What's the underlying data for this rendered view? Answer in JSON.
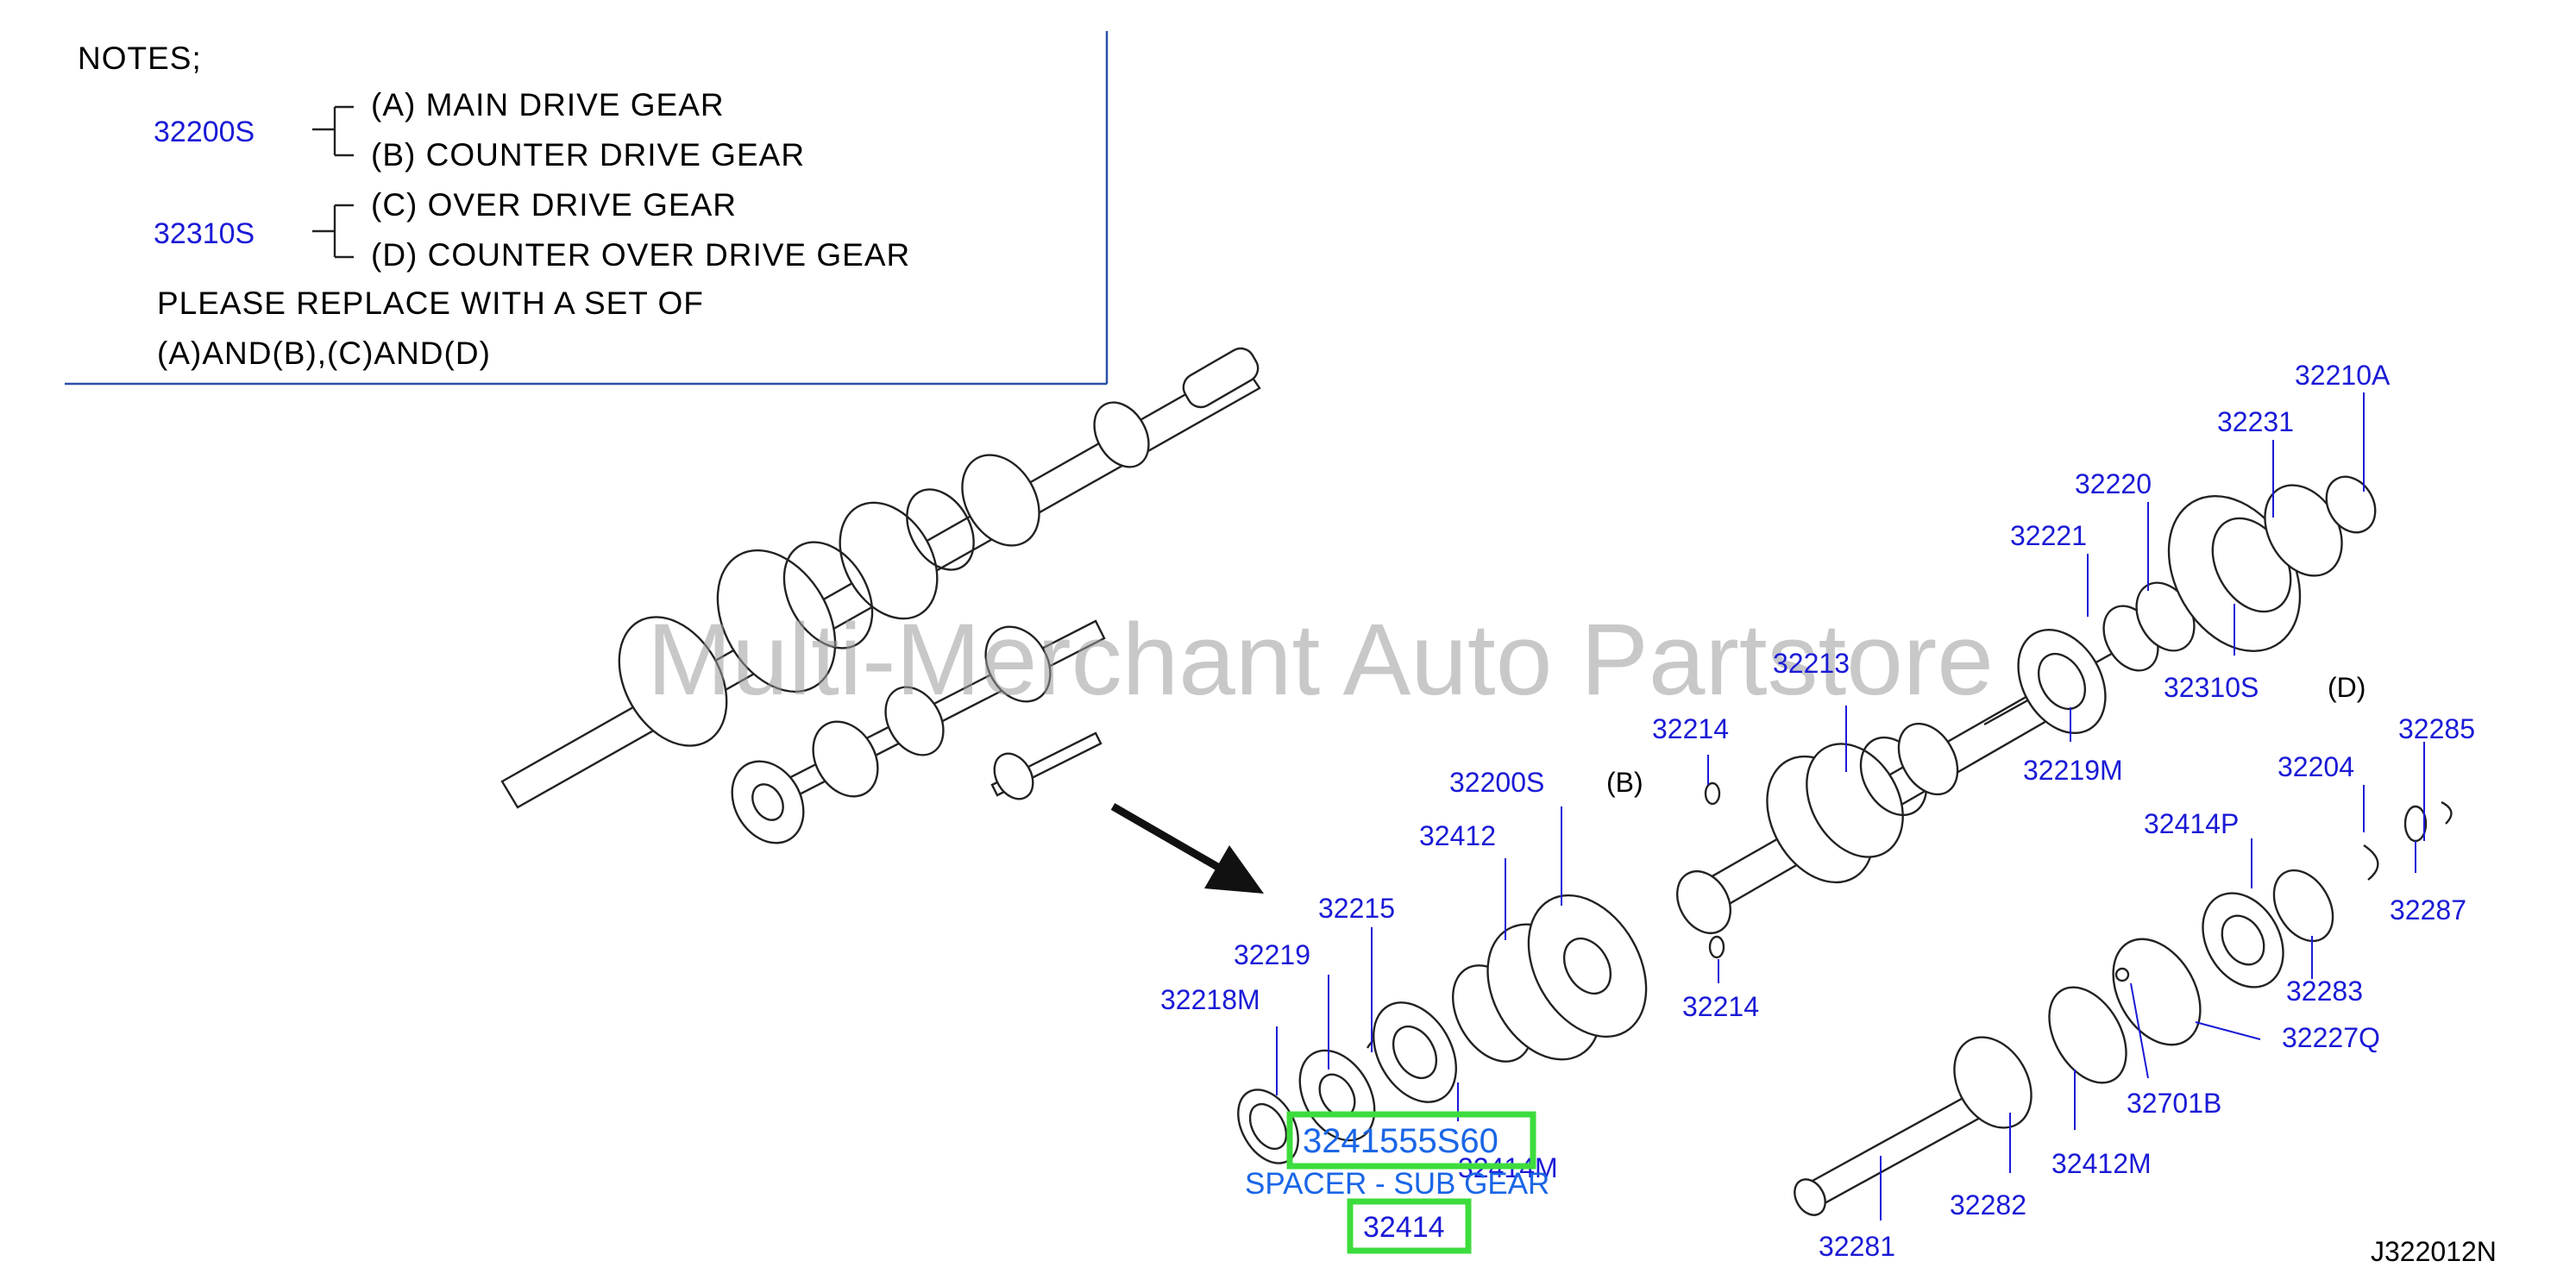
{
  "notes": {
    "heading": "NOTES;",
    "group1_part": "32200S",
    "line_a": "(A)  MAIN  DRIVE  GEAR",
    "line_b": "(B)  COUNTER  DRIVE  GEAR",
    "group2_part": "32310S",
    "line_c": "(C)  OVER  DRIVE  GEAR",
    "line_d": "(D)  COUNTER  OVER  DRIVE  GEAR",
    "replace_line1": "PLEASE  REPLACE  WITH  A  SET  OF",
    "replace_line2": "(A)AND(B),(C)AND(D)"
  },
  "watermark": "Multi-Merchant Auto Partstore",
  "labels": {
    "p32210A": "32210A",
    "p32231": "32231",
    "p32220": "32220",
    "p32221": "32221",
    "p32310S": "32310S",
    "D": "(D)",
    "p32213": "32213",
    "p32214a": "32214",
    "p32214b": "32214",
    "p32219M": "32219M",
    "p32285": "32285",
    "p32204": "32204",
    "p32414P": "32414P",
    "p32287": "32287",
    "p32200S": "32200S",
    "B": "(B)",
    "p32412": "32412",
    "p32215": "32215",
    "p32219": "32219",
    "p32218M": "32218M",
    "p32414M": "32414M",
    "p32283": "32283",
    "p32227Q": "32227Q",
    "p32701B": "32701B",
    "p32412M": "32412M",
    "p32282": "32282",
    "p32281": "32281"
  },
  "highlight": {
    "part_code": "3241555S60",
    "description": "SPACER - SUB GEAR",
    "short_code": "32414"
  },
  "diagram_code": "J322012N",
  "colors": {
    "part_number_text": "#1a1ad6",
    "highlight_box": "#3ddc3d",
    "highlight_text": "#1a66e6",
    "watermark": "#9a9a9a"
  }
}
